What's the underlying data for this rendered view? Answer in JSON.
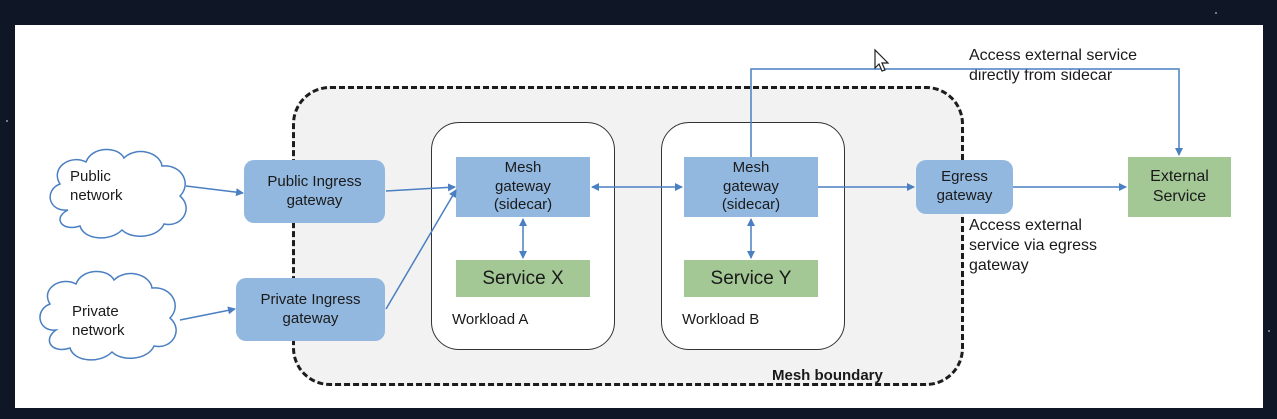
{
  "nodes": {
    "public_network": "Public\nnetwork",
    "private_network": "Private\nnetwork",
    "public_ingress": "Public Ingress\ngateway",
    "private_ingress": "Private Ingress\ngateway",
    "mesh_gateway_a": "Mesh\ngateway\n(sidecar)",
    "mesh_gateway_b": "Mesh\ngateway\n(sidecar)",
    "service_x": "Service X",
    "service_y": "Service Y",
    "workload_a": "Workload A",
    "workload_b": "Workload B",
    "egress_gateway": "Egress\ngateway",
    "external_service": "External\nService"
  },
  "annotations": {
    "direct": "Access external service\ndirectly from sidecar",
    "via_egress": "Access external\nservice via egress\ngateway",
    "boundary": "Mesh boundary"
  },
  "colors": {
    "gateway_blue": "#92b8e0",
    "service_green": "#a3c795",
    "arrow_blue": "#4a7fc1"
  },
  "icons": {
    "cursor": "mouse-pointer-icon",
    "cloud": "cloud-icon"
  }
}
